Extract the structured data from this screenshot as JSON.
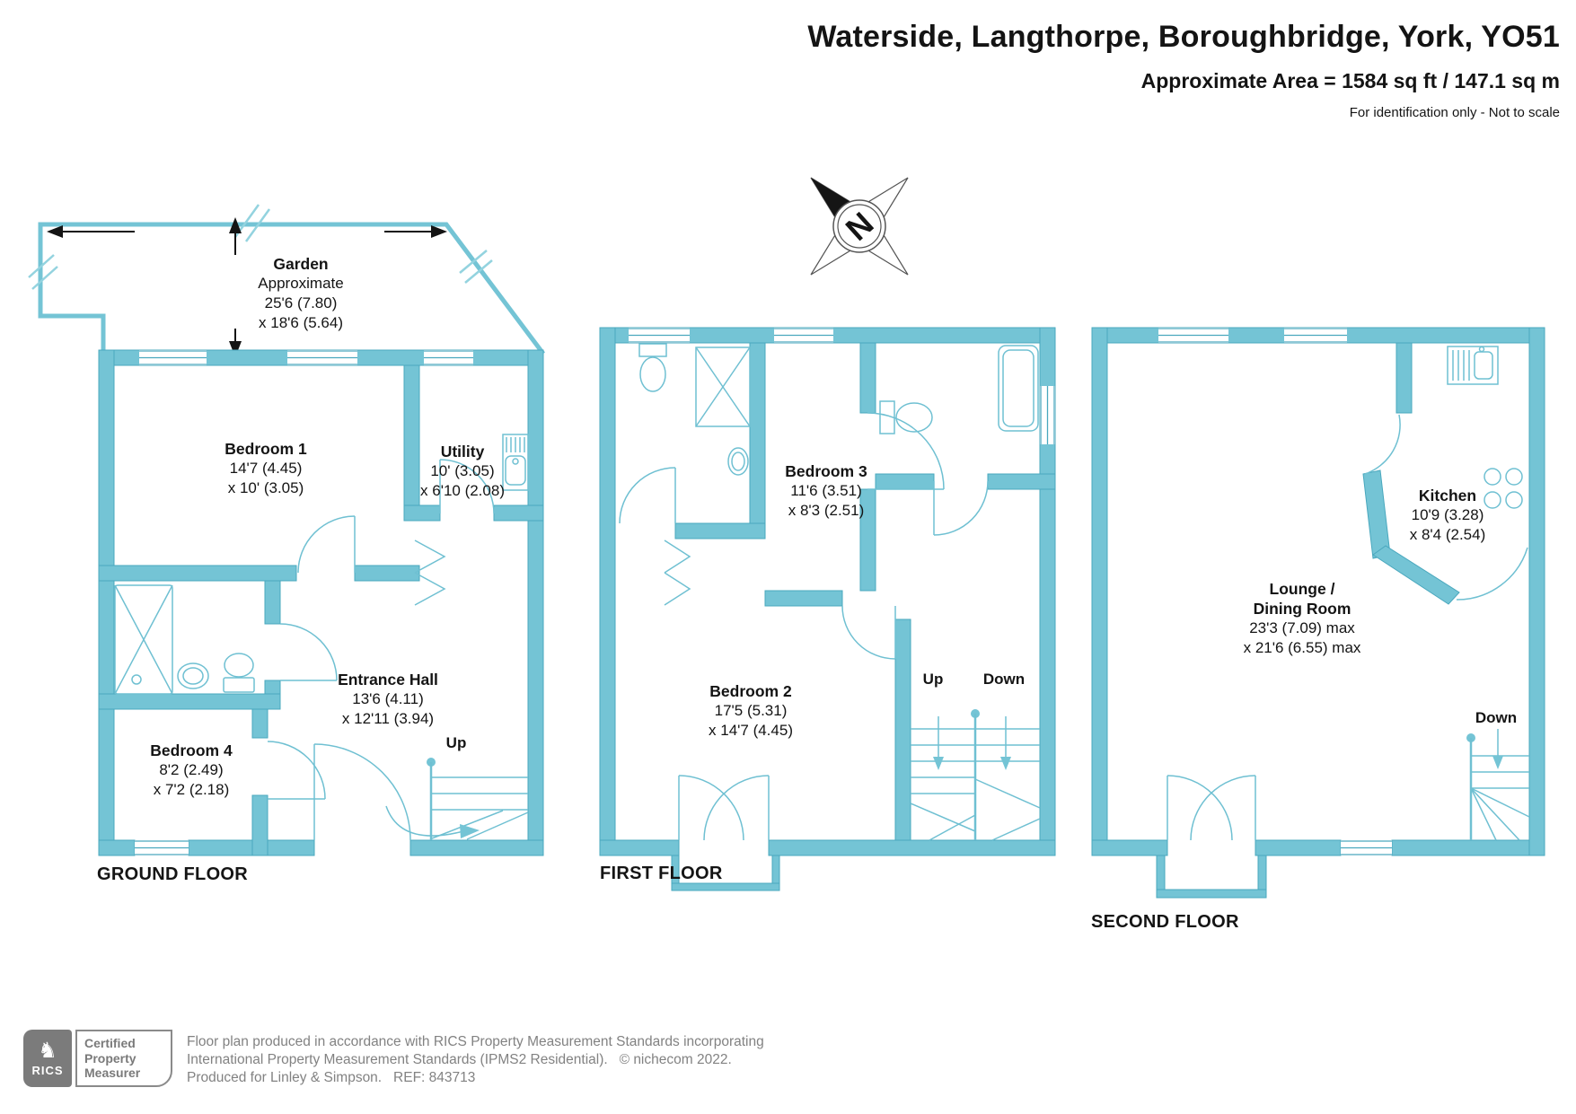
{
  "header": {
    "title": "Waterside, Langthorpe, Boroughbridge, York, YO51",
    "area": "Approximate Area = 1584 sq ft / 147.1 sq m",
    "note": "For identification only - Not to scale"
  },
  "compass": {
    "letter": "N"
  },
  "floors": {
    "ground": {
      "label": "GROUND FLOOR",
      "garden": {
        "name": "Garden",
        "line1": "Approximate",
        "line2": "25'6 (7.80)",
        "line3": "x 18'6 (5.64)"
      },
      "bedroom1": {
        "name": "Bedroom 1",
        "line1": "14'7 (4.45)",
        "line2": "x 10' (3.05)"
      },
      "utility": {
        "name": "Utility",
        "line1": "10' (3.05)",
        "line2": "x 6'10 (2.08)"
      },
      "entrance_hall": {
        "name": "Entrance Hall",
        "line1": "13'6 (4.11)",
        "line2": "x 12'11 (3.94)"
      },
      "bedroom4": {
        "name": "Bedroom 4",
        "line1": "8'2 (2.49)",
        "line2": "x 7'2 (2.18)"
      },
      "up": "Up"
    },
    "first": {
      "label": "FIRST FLOOR",
      "bedroom3": {
        "name": "Bedroom 3",
        "line1": "11'6 (3.51)",
        "line2": "x 8'3 (2.51)"
      },
      "bedroom2": {
        "name": "Bedroom 2",
        "line1": "17'5 (5.31)",
        "line2": "x 14'7 (4.45)"
      },
      "up": "Up",
      "down": "Down"
    },
    "second": {
      "label": "SECOND FLOOR",
      "kitchen": {
        "name": "Kitchen",
        "line1": "10'9 (3.28)",
        "line2": "x 8'4 (2.54)"
      },
      "lounge": {
        "name": "Lounge /",
        "name2": "Dining Room",
        "line1": "23'3 (7.09) max",
        "line2": "x 21'6 (6.55) max"
      },
      "down": "Down"
    }
  },
  "footer": {
    "rics_label": "RICS",
    "cert_line1": "Certified",
    "cert_line2": "Property",
    "cert_line3": "Measurer",
    "disclaimer_line1": "Floor plan produced in accordance with RICS Property Measurement Standards incorporating",
    "disclaimer_line2": "International Property Measurement Standards (IPMS2 Residential).   © nichecom 2022.",
    "disclaimer_line3": "Produced for Linley & Simpson.   REF: 843713"
  },
  "colors": {
    "wall_teal": "#74c4d5",
    "wall_outline": "#4aa8be",
    "thin_line_teal": "#6fc0d2",
    "text_black": "#141414",
    "footer_gray": "#828282"
  }
}
